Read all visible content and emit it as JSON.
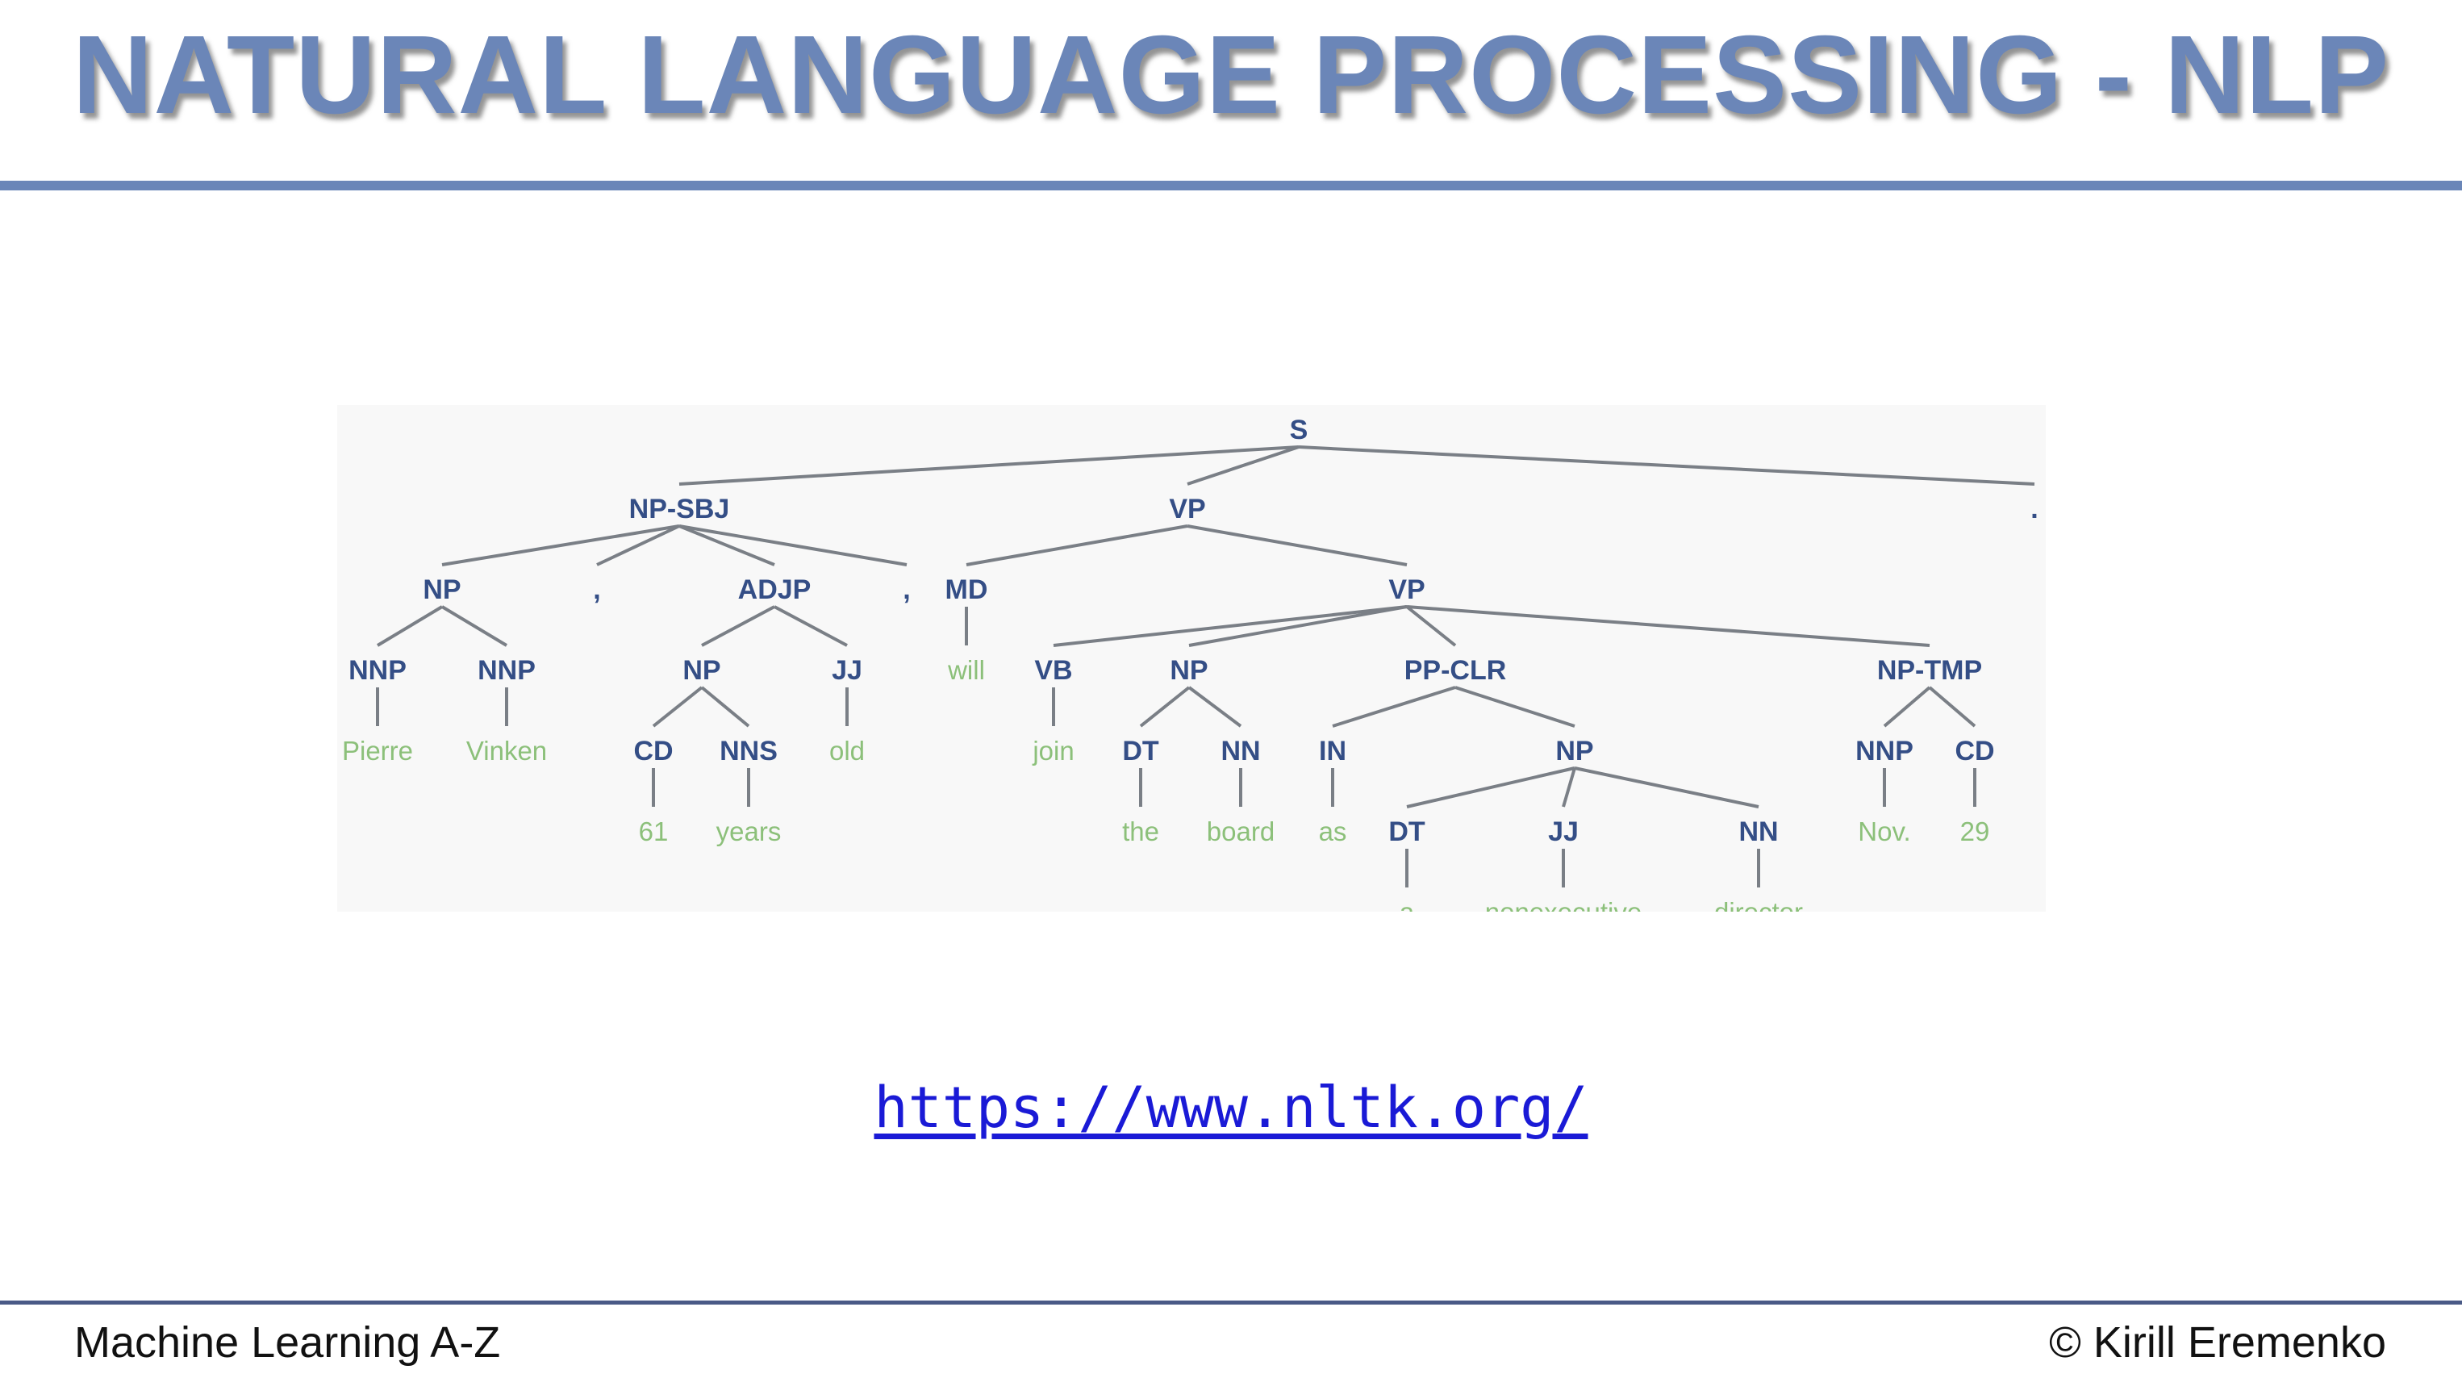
{
  "header": {
    "title": "NATURAL LANGUAGE PROCESSING - NLP"
  },
  "diagram": {
    "type": "parse-tree",
    "nodes": {
      "S": "S",
      "NP_SBJ": "NP-SBJ",
      "VP1": "VP",
      "PUNCT_END": ".",
      "NP1": "NP",
      "COMMA1": ",",
      "ADJP": "ADJP",
      "COMMA2": ",",
      "NNP1": "NNP",
      "NNP2": "NNP",
      "W_PIERRE": "Pierre",
      "W_VINKEN": "Vinken",
      "NP2": "NP",
      "JJ1": "JJ",
      "CD1": "CD",
      "NNS": "NNS",
      "W_61": "61",
      "W_YEARS": "years",
      "W_OLD": "old",
      "MD": "MD",
      "W_WILL": "will",
      "VP2": "VP",
      "VB": "VB",
      "W_JOIN": "join",
      "NP3": "NP",
      "DT1": "DT",
      "NN1": "NN",
      "W_THE": "the",
      "W_BOARD": "board",
      "PP_CLR": "PP-CLR",
      "IN": "IN",
      "W_AS": "as",
      "NP4": "NP",
      "DT2": "DT",
      "JJ2": "JJ",
      "NN2": "NN",
      "W_A": "a",
      "W_NONEXEC": "nonexecutive",
      "W_DIRECTOR": "director",
      "NP_TMP": "NP-TMP",
      "NNP3": "NNP",
      "CD2": "CD",
      "W_NOV": "Nov.",
      "W_29": "29"
    }
  },
  "link": {
    "text": "https://www.nltk.org/"
  },
  "footer": {
    "left": "Machine Learning A-Z",
    "right": "© Kirill Eremenko"
  },
  "colors": {
    "title": "#6b86b8",
    "rule": "#6a86b8",
    "tag": "#344e86",
    "word": "#8cc07a",
    "edge": "#7a7f86",
    "link": "#1a1ad6"
  }
}
